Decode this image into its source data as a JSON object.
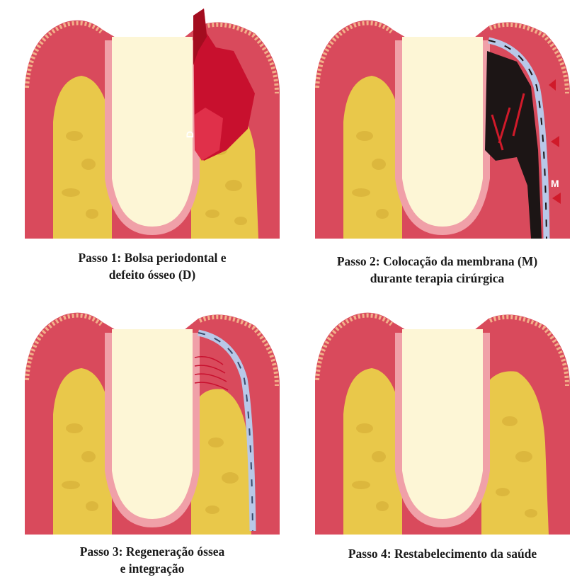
{
  "panels": [
    {
      "caption_line1": "Passo 1: Bolsa periodontal e",
      "caption_line2": "defeito ósseo (D)",
      "label_d": "D"
    },
    {
      "caption_line1": "Passo 2: Colocação da membrana (M)",
      "caption_line2": "durante terapia cirúrgica",
      "label_m": "M"
    },
    {
      "caption_line1": "Passo 3: Regeneração óssea",
      "caption_line2": "e integração"
    },
    {
      "caption_line1": "Passo 4: Restabelecimento da saúde",
      "caption_line2": ""
    }
  ],
  "colors": {
    "gum": "#d94a5c",
    "gum_edge": "#f2b08a",
    "bone": "#e9c84a",
    "bone_dark": "#d9b33a",
    "tooth": "#fdf6d6",
    "ligament": "#f0a0a8",
    "defect": "#c8102e",
    "defect_dark": "#a30d1f",
    "blood_clot": "#1c1515",
    "membrane": "#b8c8e8"
  }
}
